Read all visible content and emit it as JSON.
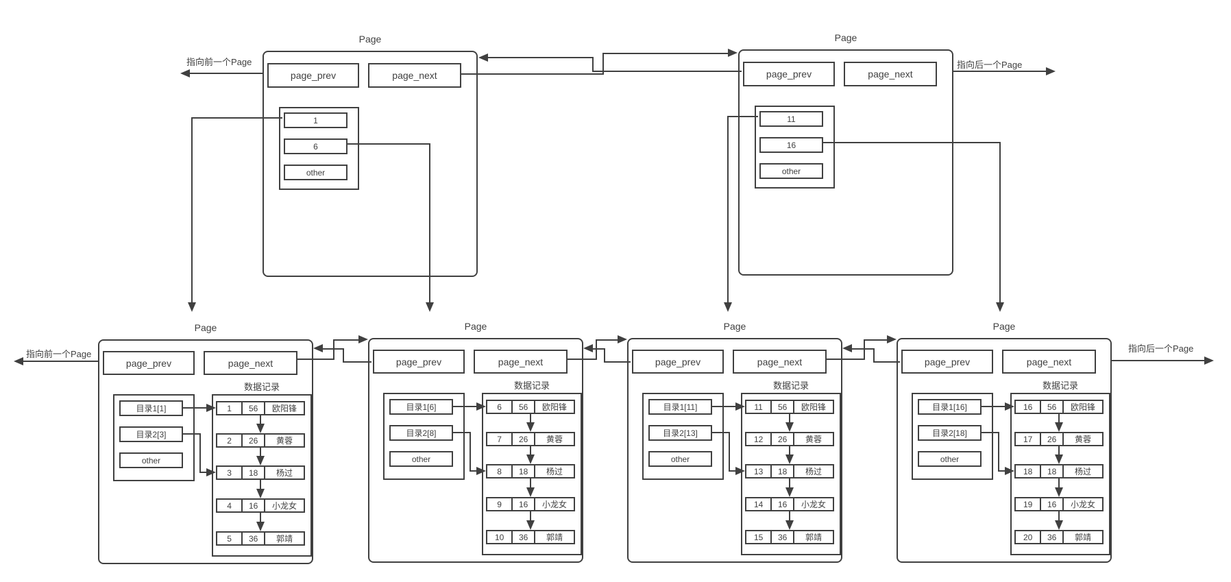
{
  "diagram": {
    "pointer_labels": {
      "prev": "指向前一个Page",
      "next": "指向后一个Page"
    },
    "top_pages": [
      {
        "title": "Page",
        "page_prev": "page_prev",
        "page_next": "page_next",
        "directory": [
          "1",
          "6",
          "other"
        ]
      },
      {
        "title": "Page",
        "page_prev": "page_prev",
        "page_next": "page_next",
        "directory": [
          "11",
          "16",
          "other"
        ]
      }
    ],
    "bottom_pages": [
      {
        "title": "Page",
        "page_prev": "page_prev",
        "page_next": "page_next",
        "records_label": "数据记录",
        "directory": [
          "目录1[1]",
          "目录2[3]",
          "other"
        ],
        "records": [
          [
            "1",
            "56",
            "欧阳锋"
          ],
          [
            "2",
            "26",
            "黄蓉"
          ],
          [
            "3",
            "18",
            "杨过"
          ],
          [
            "4",
            "16",
            "小龙女"
          ],
          [
            "5",
            "36",
            "郭靖"
          ]
        ]
      },
      {
        "title": "Page",
        "page_prev": "page_prev",
        "page_next": "page_next",
        "records_label": "数据记录",
        "directory": [
          "目录1[6]",
          "目录2[8]",
          "other"
        ],
        "records": [
          [
            "6",
            "56",
            "欧阳锋"
          ],
          [
            "7",
            "26",
            "黄蓉"
          ],
          [
            "8",
            "18",
            "杨过"
          ],
          [
            "9",
            "16",
            "小龙女"
          ],
          [
            "10",
            "36",
            "郭靖"
          ]
        ]
      },
      {
        "title": "Page",
        "page_prev": "page_prev",
        "page_next": "page_next",
        "records_label": "数据记录",
        "directory": [
          "目录1[11]",
          "目录2[13]",
          "other"
        ],
        "records": [
          [
            "11",
            "56",
            "欧阳锋"
          ],
          [
            "12",
            "26",
            "黄蓉"
          ],
          [
            "13",
            "18",
            "杨过"
          ],
          [
            "14",
            "16",
            "小龙女"
          ],
          [
            "15",
            "36",
            "郭靖"
          ]
        ]
      },
      {
        "title": "Page",
        "page_prev": "page_prev",
        "page_next": "page_next",
        "records_label": "数据记录",
        "directory": [
          "目录1[16]",
          "目录2[18]",
          "other"
        ],
        "records": [
          [
            "16",
            "56",
            "欧阳锋"
          ],
          [
            "17",
            "26",
            "黄蓉"
          ],
          [
            "18",
            "18",
            "杨过"
          ],
          [
            "19",
            "16",
            "小龙女"
          ],
          [
            "20",
            "36",
            "郭靖"
          ]
        ]
      }
    ],
    "colors": {
      "line": "#404040",
      "background": "#ffffff"
    }
  }
}
